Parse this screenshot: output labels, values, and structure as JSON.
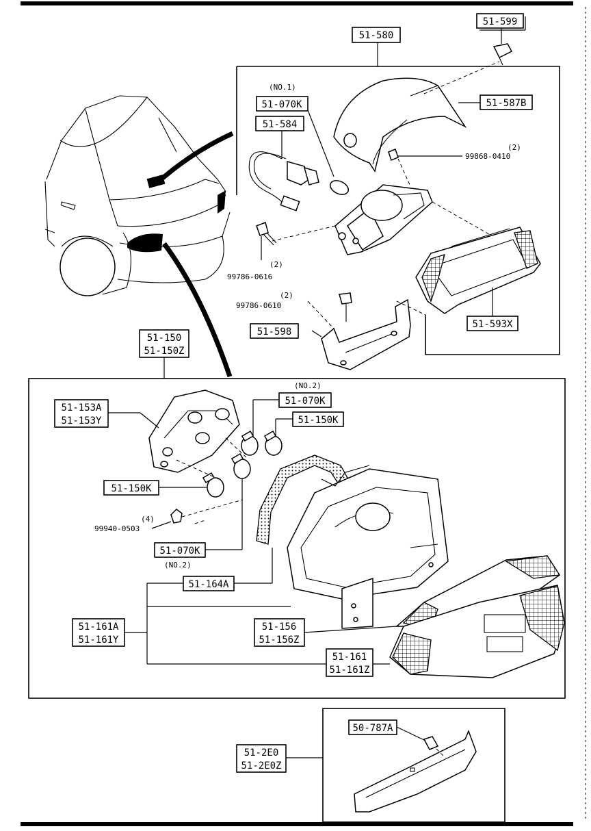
{
  "labels": {
    "p_51_599": "51-599",
    "p_51_580": "51-580",
    "p_51_587b": "51-587B",
    "p_51_070k_top": "51-070K",
    "p_51_584": "51-584",
    "p_51_598": "51-598",
    "p_51_593x": "51-593X",
    "p_51_150": "51-150",
    "p_51_150z": "51-150Z",
    "p_51_153a": "51-153A",
    "p_51_153y": "51-153Y",
    "p_51_070k_mid": "51-070K",
    "p_51_150k_right": "51-150K",
    "p_51_150k_left": "51-150K",
    "p_51_070k_low": "51-070K",
    "p_51_164a": "51-164A",
    "p_51_161a": "51-161A",
    "p_51_161y": "51-161Y",
    "p_51_156": "51-156",
    "p_51_156z": "51-156Z",
    "p_51_161": "51-161",
    "p_51_161z": "51-161Z",
    "p_50_787a": "50-787A",
    "p_51_2e0": "51-2E0",
    "p_51_2e0z": "51-2E0Z"
  },
  "notes": {
    "no1": "(NO.1)",
    "no2_top": "(NO.2)",
    "no2_bottom": "(NO.2)",
    "qty_99868": "(2)",
    "pn_99868": "99868-0410",
    "qty_99786_616": "(2)",
    "pn_99786_616": "99786-0616",
    "qty_99786_610": "(2)",
    "pn_99786_610": "99786-0610",
    "qty_99940": "(4)",
    "pn_99940": "99940-0503"
  }
}
